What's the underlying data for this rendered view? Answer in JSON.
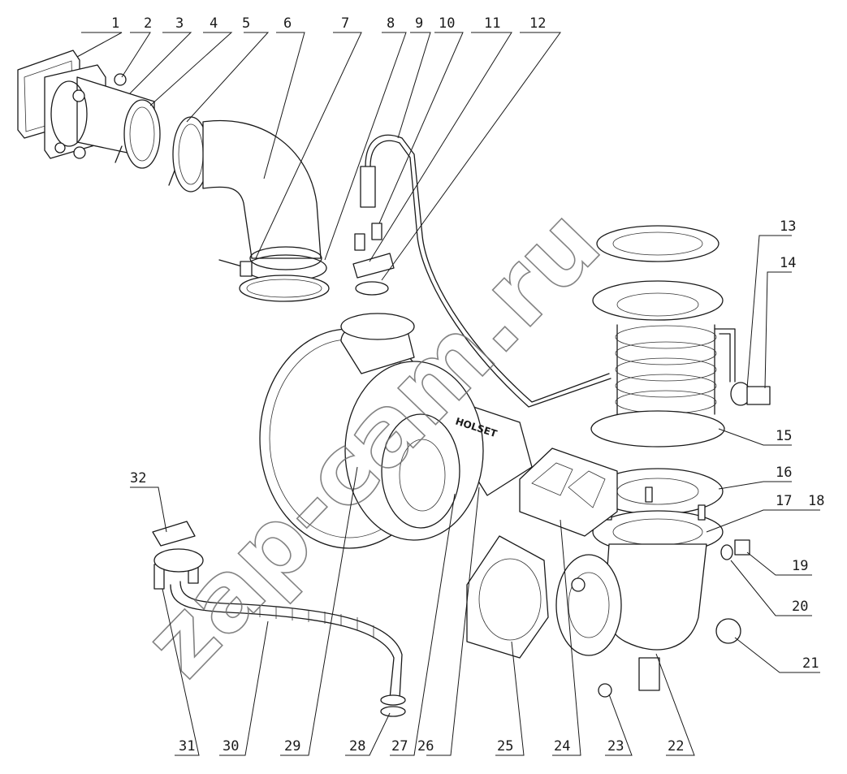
{
  "watermark": "zap-cam.ru",
  "housing_marking": "HOLSET",
  "callouts_top": [
    "1",
    "2",
    "3",
    "4",
    "5",
    "6",
    "7",
    "8",
    "9",
    "10",
    "11",
    "12"
  ],
  "callouts_right": [
    "13",
    "14",
    "15",
    "16",
    "17",
    "18",
    "19",
    "20",
    "21"
  ],
  "callouts_left": [
    "32"
  ],
  "callouts_bottom": [
    "31",
    "30",
    "29",
    "28",
    "27",
    "26",
    "25",
    "24",
    "23",
    "22"
  ]
}
